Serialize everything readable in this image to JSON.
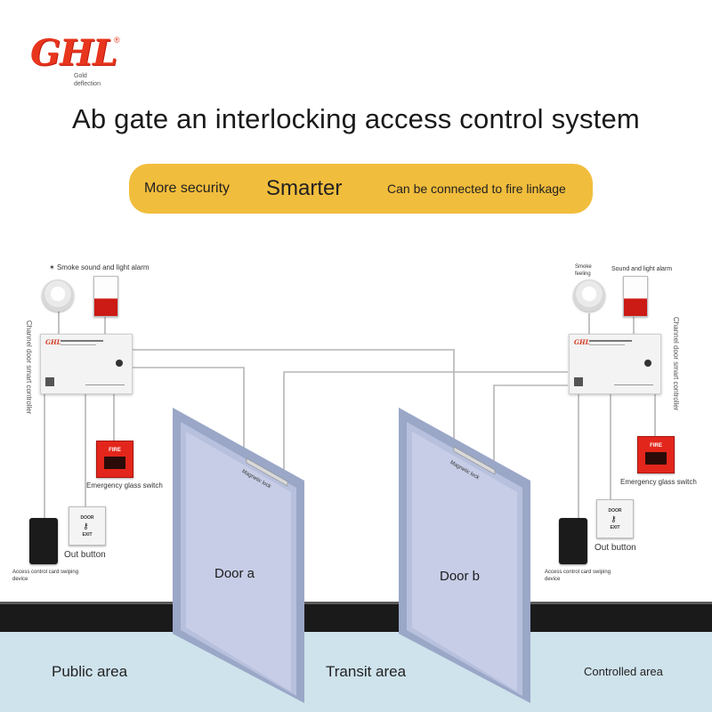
{
  "logo": {
    "brand": "GHL",
    "registered": "®",
    "sub_line1": "Gold",
    "sub_line2": "deflection"
  },
  "title": "Ab gate an interlocking access control system",
  "banner": {
    "color": "#f1bd3c",
    "item1": "More security",
    "item2": "Smarter",
    "item3": "Can be connected to fire linkage"
  },
  "left": {
    "smoke_alarm_label": "Smoke sound and light alarm",
    "controller_label": "Channel door smart controller",
    "controller_logo": "GHL",
    "glass_switch_label": "Emergency glass switch",
    "glass_switch_text": "FIRE",
    "out_button_label": "Out button",
    "exit_text_top": "DOOR",
    "exit_text_bottom": "EXIT",
    "card_reader_label_line1": "Access control card swiping",
    "card_reader_label_line2": "device"
  },
  "right": {
    "smoke_label_line1": "Smoke",
    "smoke_label_line2": "feeling",
    "sound_label": "Sound and light alarm",
    "controller_label": "Channel door smart controller",
    "controller_logo": "GHL",
    "glass_switch_label": "Emergency glass switch",
    "glass_switch_text": "FIRE",
    "out_button_label": "Out button",
    "exit_text_top": "DOOR",
    "exit_text_bottom": "EXIT",
    "card_reader_label_line1": "Access control card swiping",
    "card_reader_label_line2": "device"
  },
  "doors": {
    "door_a": "Door a",
    "door_b": "Door b",
    "lock_label": "Magnetic lock"
  },
  "areas": {
    "public": "Public area",
    "transit": "Transit area",
    "controlled": "Controlled area"
  },
  "colors": {
    "brand_red": "#e8351e",
    "floor_band": "#1a1a1a",
    "floor_blue": "#cfe3ec",
    "door_frame": "#9aa7c7",
    "door_panel": "#c7cde6",
    "wire": "#b5b5b5",
    "alarm_red": "#cc1a14"
  }
}
